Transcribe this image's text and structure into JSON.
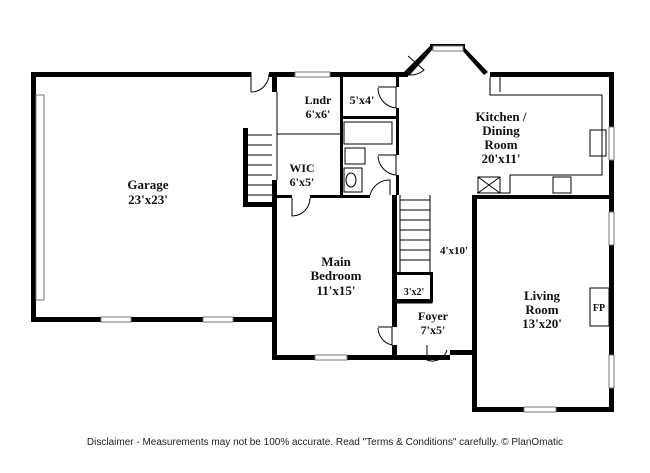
{
  "rooms": {
    "garage": {
      "name": "Garage",
      "size": "23'x23'"
    },
    "laundry": {
      "name": "Lndr",
      "size": "6'x6'"
    },
    "bath": {
      "size": "5'x4'"
    },
    "wic": {
      "name": "WIC",
      "size": "6'x5'"
    },
    "kitchen": {
      "name_line1": "Kitchen /",
      "name_line2": "Dining",
      "name_line3": "Room",
      "size": "20'x11'"
    },
    "hall": {
      "size": "4'x10'"
    },
    "closet": {
      "size": "3'x2'"
    },
    "main_bedroom": {
      "name_line1": "Main",
      "name_line2": "Bedroom",
      "size": "11'x15'"
    },
    "foyer": {
      "name": "Foyer",
      "size": "7'x5'"
    },
    "living": {
      "name_line1": "Living",
      "name_line2": "Room",
      "size": "13'x20'"
    },
    "fireplace": {
      "label": "FP"
    }
  },
  "disclaimer": "Disclaimer - Measurements may not be 100% accurate. Read \"Terms & Conditions\" carefully. © PlanOmatic"
}
